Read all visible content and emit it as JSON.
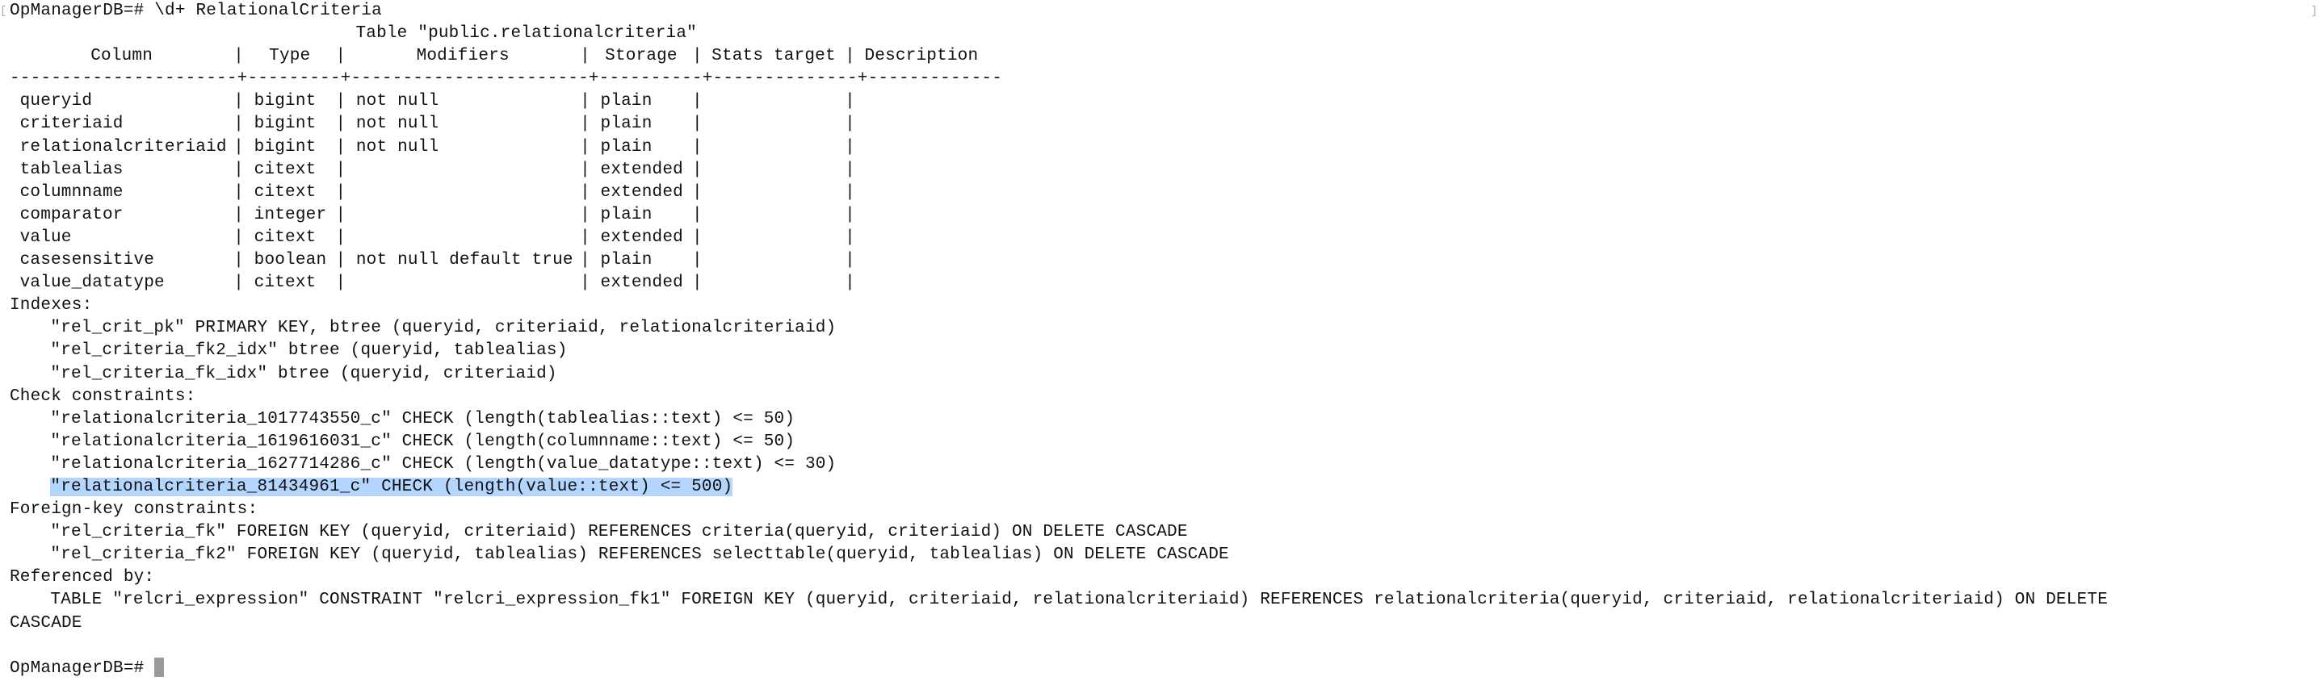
{
  "prompt": "OpManagerDB=#",
  "command": "\\d+ RelationalCriteria",
  "table_title": "Table \"public.relationalcriteria\"",
  "headers": [
    "Column",
    "Type",
    "Modifiers",
    "Storage",
    "Stats target",
    "Description"
  ],
  "rows": [
    [
      "queryid",
      "bigint",
      "not null",
      "plain",
      "",
      ""
    ],
    [
      "criteriaid",
      "bigint",
      "not null",
      "plain",
      "",
      ""
    ],
    [
      "relationalcriteriaid",
      "bigint",
      "not null",
      "plain",
      "",
      ""
    ],
    [
      "tablealias",
      "citext",
      "",
      "extended",
      "",
      ""
    ],
    [
      "columnname",
      "citext",
      "",
      "extended",
      "",
      ""
    ],
    [
      "comparator",
      "integer",
      "",
      "plain",
      "",
      ""
    ],
    [
      "value",
      "citext",
      "",
      "extended",
      "",
      ""
    ],
    [
      "casesensitive",
      "boolean",
      "not null default true",
      "plain",
      "",
      ""
    ],
    [
      "value_datatype",
      "citext",
      "",
      "extended",
      "",
      ""
    ]
  ],
  "indexes": {
    "label": "Indexes:",
    "items": [
      "\"rel_crit_pk\" PRIMARY KEY, btree (queryid, criteriaid, relationalcriteriaid)",
      "\"rel_criteria_fk2_idx\" btree (queryid, tablealias)",
      "\"rel_criteria_fk_idx\" btree (queryid, criteriaid)"
    ]
  },
  "checks": {
    "label": "Check constraints:",
    "items": [
      "\"relationalcriteria_1017743550_c\" CHECK (length(tablealias::text) <= 50)",
      "\"relationalcriteria_1619616031_c\" CHECK (length(columnname::text) <= 50)",
      "\"relationalcriteria_1627714286_c\" CHECK (length(value_datatype::text) <= 30)",
      "\"relationalcriteria_81434961_c\" CHECK (length(value::text) <= 500)"
    ]
  },
  "foreign_keys": {
    "label": "Foreign-key constraints:",
    "items": [
      "\"rel_criteria_fk\" FOREIGN KEY (queryid, criteriaid) REFERENCES criteria(queryid, criteriaid) ON DELETE CASCADE",
      "\"rel_criteria_fk2\" FOREIGN KEY (queryid, tablealias) REFERENCES selecttable(queryid, tablealias) ON DELETE CASCADE"
    ]
  },
  "referenced_by": {
    "label": "Referenced by:",
    "line1": "TABLE \"relcri_expression\" CONSTRAINT \"relcri_expression_fk1\" FOREIGN KEY (queryid, criteriaid, relationalcriteriaid) REFERENCES relationalcriteria(queryid, criteriaid, relationalcriteriaid) ON DELETE",
    "line2": "CASCADE"
  },
  "highlight_color": "#b4d5fe"
}
